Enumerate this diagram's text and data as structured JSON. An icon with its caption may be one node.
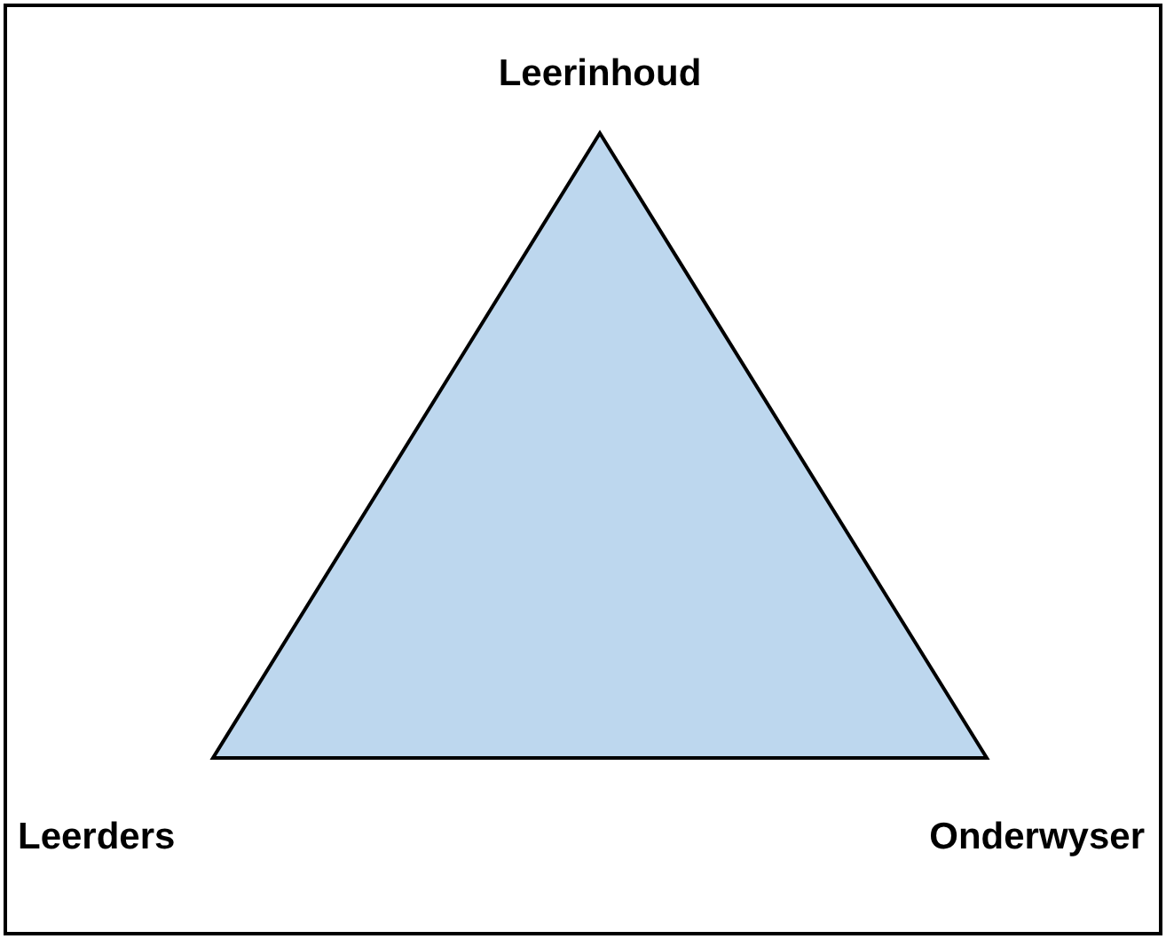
{
  "diagram": {
    "labels": [
      "Leerinhoud",
      "Leerders",
      "Onderwyser"
    ]
  }
}
